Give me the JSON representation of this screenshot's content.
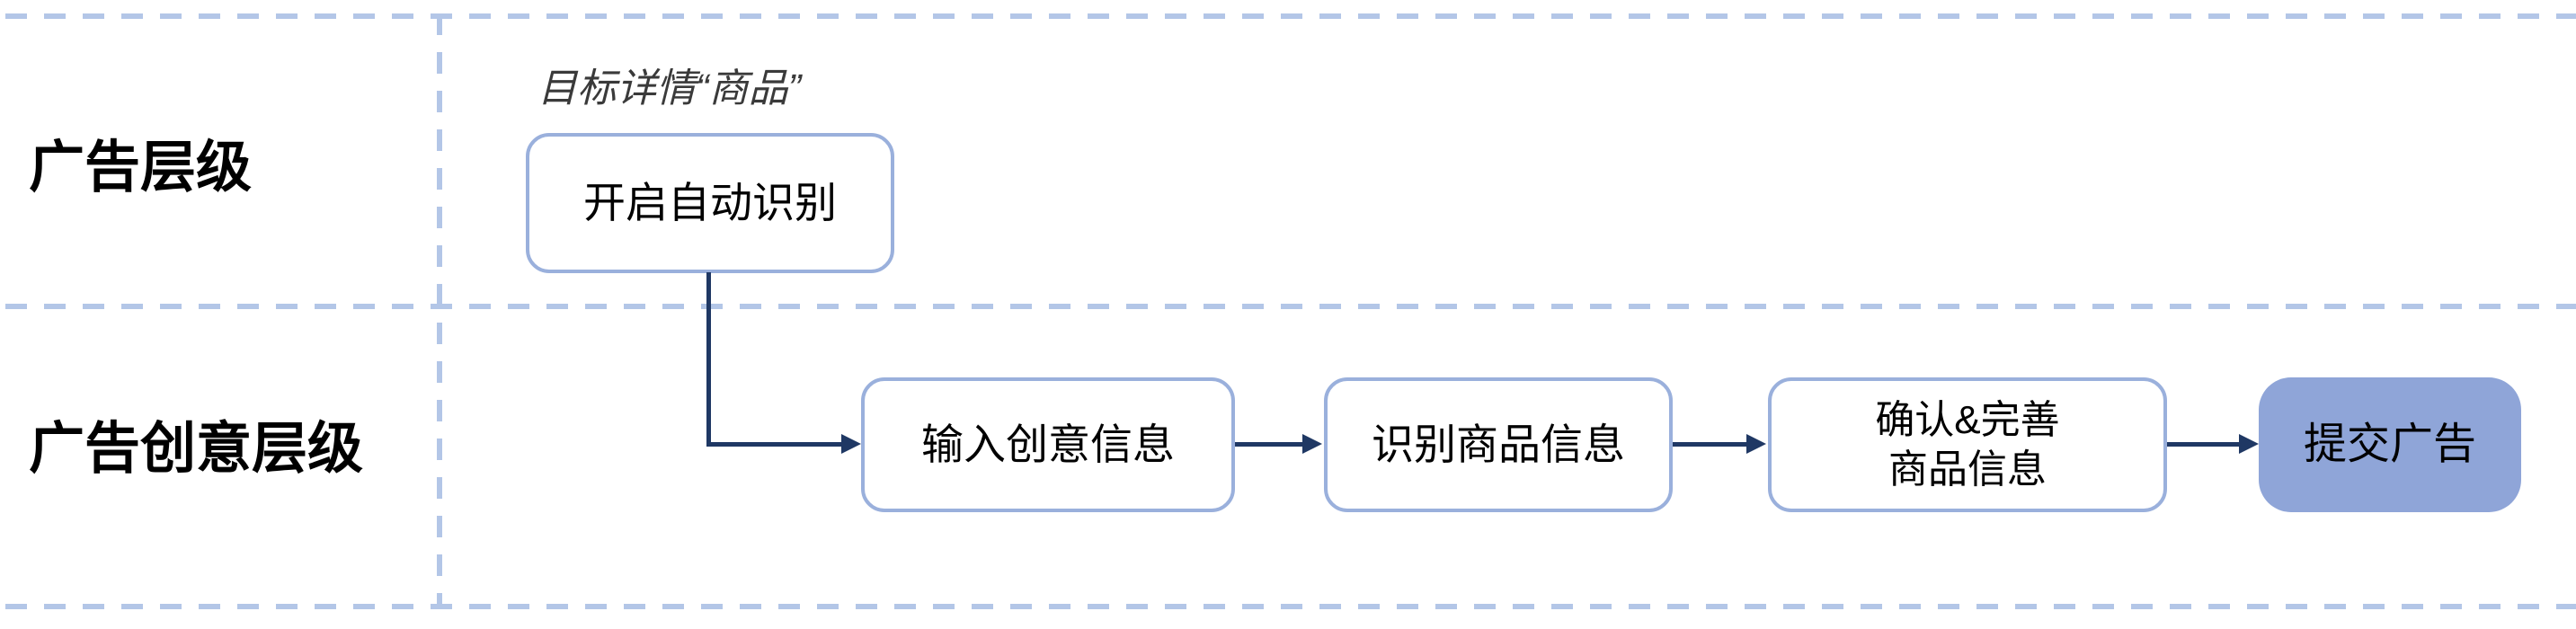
{
  "colors": {
    "dash": "#b3c6e7",
    "box_border": "#9ab0dc",
    "final_fill": "#8fa5d8",
    "connector": "#1f3864",
    "annotation_text": "#3a3a3a"
  },
  "diagram": {
    "type": "flowchart",
    "rows": [
      {
        "label": "广告层级"
      },
      {
        "label": "广告创意层级"
      }
    ],
    "annotation": "目标详情“商品”",
    "nodes": [
      {
        "id": "enable-auto-detect",
        "label": "开启自动识别",
        "row": "广告层级",
        "style": "outlined"
      },
      {
        "id": "input-creative-info",
        "label": "输入创意信息",
        "row": "广告创意层级",
        "style": "outlined"
      },
      {
        "id": "detect-product-info",
        "label": "识别商品信息",
        "row": "广告创意层级",
        "style": "outlined"
      },
      {
        "id": "confirm-complete-product-info",
        "label": "确认&完善\n商品信息",
        "row": "广告创意层级",
        "style": "outlined"
      },
      {
        "id": "submit-ad",
        "label": "提交广告",
        "row": "广告创意层级",
        "style": "filled"
      }
    ],
    "edges": [
      {
        "from": "enable-auto-detect",
        "to": "input-creative-info",
        "shape": "elbow"
      },
      {
        "from": "input-creative-info",
        "to": "detect-product-info",
        "shape": "straight"
      },
      {
        "from": "detect-product-info",
        "to": "confirm-complete-product-info",
        "shape": "straight"
      },
      {
        "from": "confirm-complete-product-info",
        "to": "submit-ad",
        "shape": "straight"
      }
    ]
  }
}
